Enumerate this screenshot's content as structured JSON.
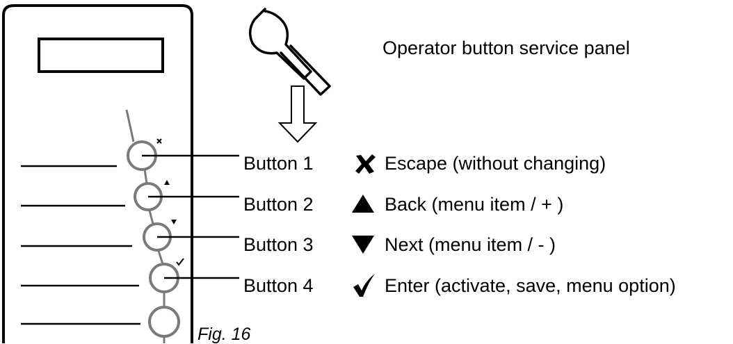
{
  "title": "Operator button service panel",
  "buttons": [
    {
      "label": "Button 1",
      "symbol": "x-mark-icon",
      "description": "Escape (without changing)"
    },
    {
      "label": "Button 2",
      "symbol": "triangle-up-icon",
      "description": "Back (menu item / + )"
    },
    {
      "label": "Button 3",
      "symbol": "triangle-down-icon",
      "description": "Next (menu item / - )"
    },
    {
      "label": "Button 4",
      "symbol": "checkmark-icon",
      "description": "Enter (activate, save, menu option)"
    }
  ],
  "caption": "Fig. 16",
  "colors": {
    "ink": "#000000",
    "button_outline": "#7a7a7a",
    "background": "#ffffff"
  }
}
